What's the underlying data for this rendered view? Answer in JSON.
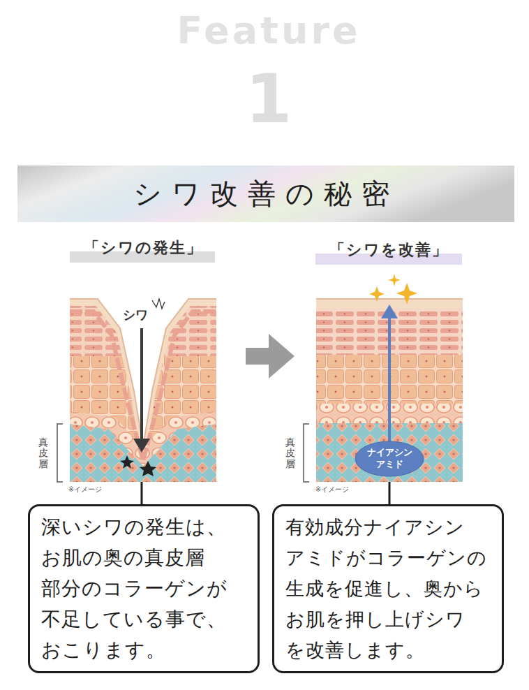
{
  "diagram": {
    "title": "シワ改善の秘密",
    "nodes": [
      {
        "text": [
          "ナイアシン アミド"
        ]
      },
      {
        "text": [
          "深いシワの発生は、 お肌の奥の真皮層 部分のコラーゲンが 不足している事で、 おこります。"
        ]
      },
      {
        "text": [
          "有効成分ナイアシン アミドがコラーゲンの 生成を促進し、奥から お肌を押し上げシワ を改善します。"
        ]
      }
    ],
    "labels": [
      "Feature",
      "1",
      "「シワの発生」",
      "「シワを改善」",
      "シワ",
      "真皮層",
      "※イメージ",
      "真皮層",
      "※イメージ"
    ]
  }
}
